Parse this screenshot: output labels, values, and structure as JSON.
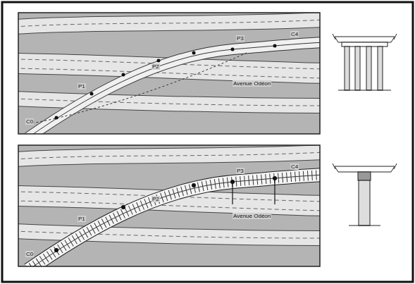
{
  "diagram": {
    "labels": [
      "C4",
      "P3",
      "P2",
      "P1",
      "C0",
      "Avenue Odéon",
      "C4",
      "P3",
      "P2",
      "P1",
      "C0",
      "Avenue Odéon"
    ]
  }
}
